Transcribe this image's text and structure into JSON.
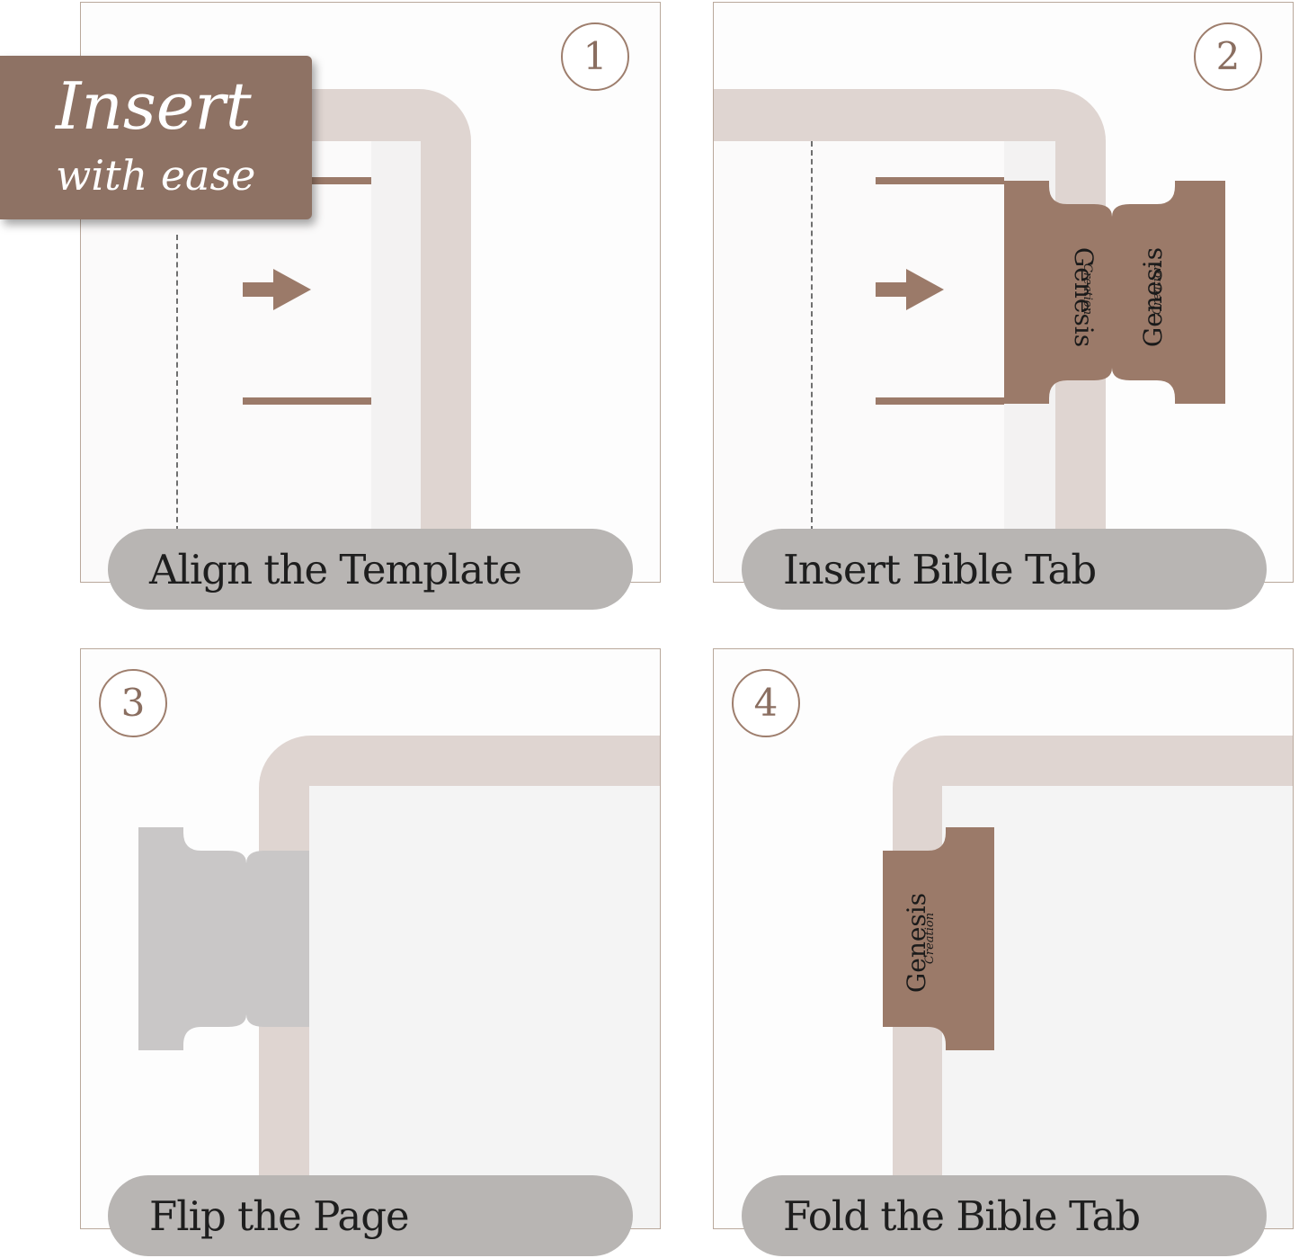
{
  "badge": {
    "title": "Insert",
    "subtitle": "with ease"
  },
  "steps": [
    {
      "number": "1",
      "label": "Align the Template"
    },
    {
      "number": "2",
      "label": "Insert Bible Tab"
    },
    {
      "number": "3",
      "label": "Flip the Page"
    },
    {
      "number": "4",
      "label": "Fold the Bible Tab"
    }
  ],
  "tab_text": {
    "book": "Genesis",
    "subtitle": "Creation"
  },
  "colors": {
    "brown": "#9b7a69",
    "frame": "#dfd5d1",
    "page": "#f4f4f4",
    "gray_pill": "#b8b5b3",
    "gray_tab": "#c9c7c7"
  },
  "icons": [
    "arrow-right-icon"
  ]
}
